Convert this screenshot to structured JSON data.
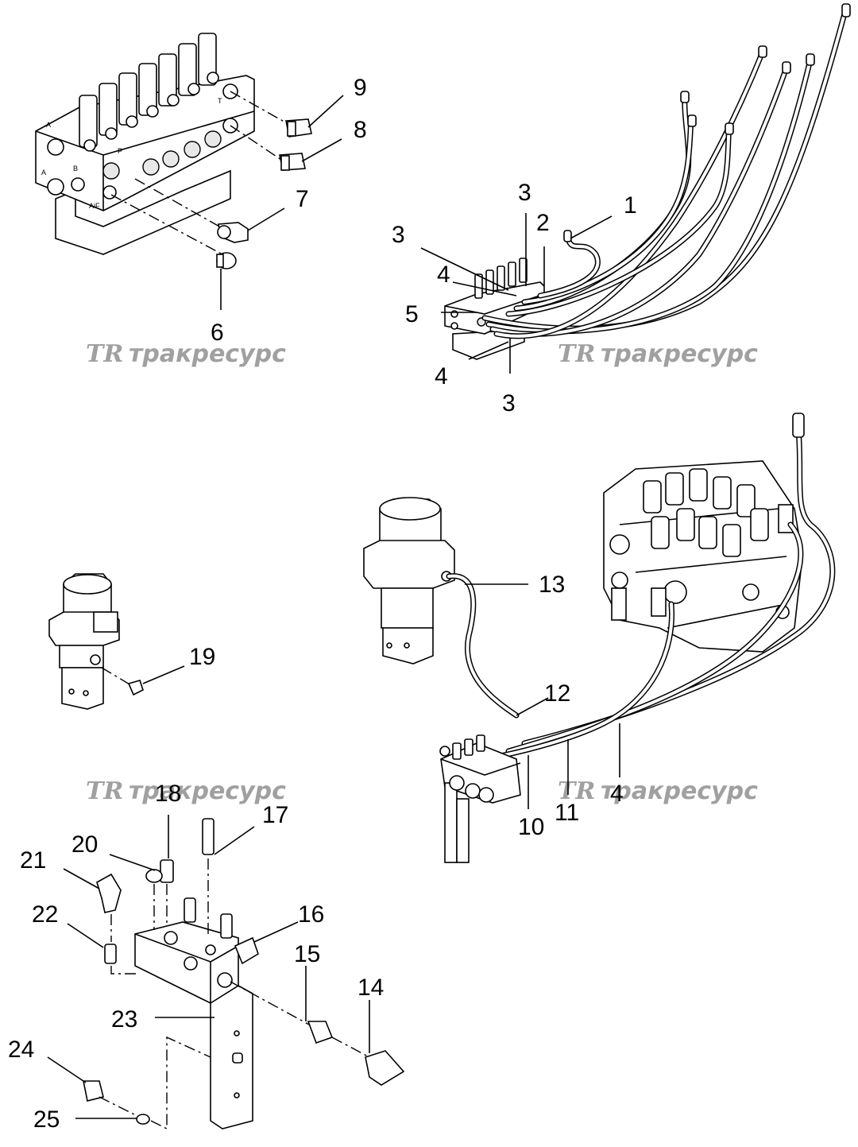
{
  "watermark": {
    "logo": "TR",
    "text": "тракресурс"
  },
  "callouts": {
    "c1": "1",
    "c2": "2",
    "c3a": "3",
    "c3b": "3",
    "c3c": "3",
    "c4a": "4",
    "c4b": "4",
    "c4c": "4",
    "c5": "5",
    "c6": "6",
    "c7": "7",
    "c8": "8",
    "c9": "9",
    "c10": "10",
    "c11": "11",
    "c12": "12",
    "c13": "13",
    "c14": "14",
    "c15": "15",
    "c16": "16",
    "c17": "17",
    "c18": "18",
    "c19": "19",
    "c20": "20",
    "c21": "21",
    "c22": "22",
    "c23": "23",
    "c24": "24",
    "c25": "25"
  },
  "port_labels": {
    "a": "A",
    "b": "B",
    "p": "P",
    "t": "T",
    "aif": "AiF"
  }
}
